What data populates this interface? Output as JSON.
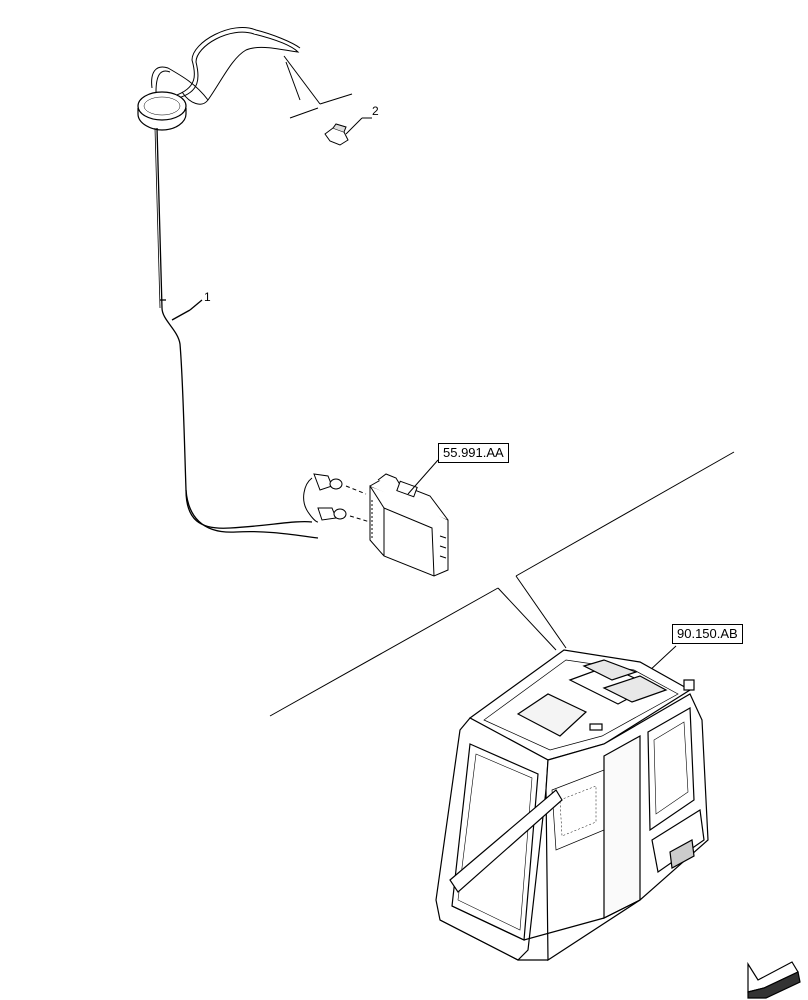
{
  "callouts": {
    "ref_control_unit": "55.991.AA",
    "ref_cab": "90.150.AB"
  },
  "parts": {
    "antenna_cable": "1",
    "clip": "2"
  },
  "navigation": {
    "icon": "arrow-icon"
  }
}
